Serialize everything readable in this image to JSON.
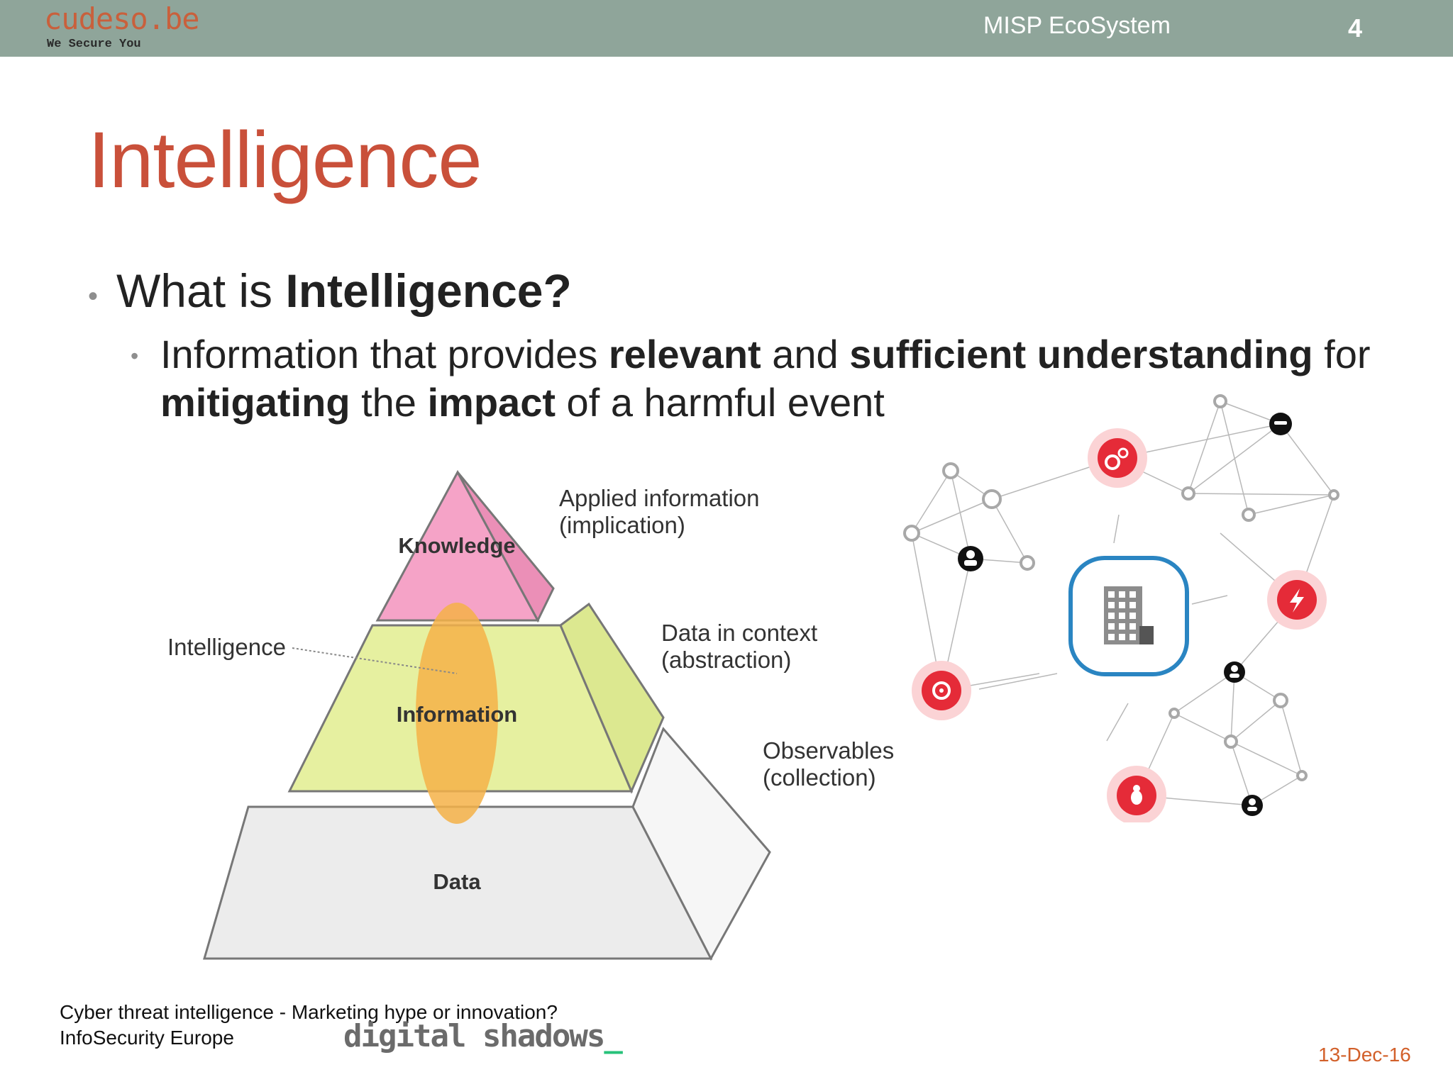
{
  "header": {
    "logo_main": "cudeso.be",
    "logo_sub": "We Secure You",
    "title": "MISP EcoSystem",
    "slide_number": "4"
  },
  "slide": {
    "title": "Intelligence",
    "bullet1": {
      "pre": "What is ",
      "bold": "Intelligence?"
    },
    "bullet2": {
      "t1": "Information that provides ",
      "b1": "relevant",
      "t2": " and ",
      "b2": "sufficient understanding",
      "t3": " for ",
      "b3": "mitigating",
      "t4": " the ",
      "b4": "impact",
      "t5": " of a harmful event"
    }
  },
  "diagram": {
    "layers": {
      "knowledge": "Knowledge",
      "information": "Information",
      "data": "Data"
    },
    "labels": {
      "applied_1": "Applied information",
      "applied_2": "(implication)",
      "context_1": "Data in context",
      "context_2": "(abstraction)",
      "observables_1": "Observables",
      "observables_2": "(collection)",
      "intelligence": "Intelligence"
    },
    "colors": {
      "knowledge": "#f5a3c7",
      "information": "#e6f0a0",
      "data": "#ececec",
      "intelligence_oval": "#f5b248",
      "node_red": "#e52b38"
    },
    "network_icons": [
      "gears-icon",
      "lightning-icon",
      "biohazard-icon",
      "bug-icon",
      "building-icon",
      "user-icon"
    ]
  },
  "footer": {
    "source_line1": "Cyber threat intelligence - Marketing hype or innovation?",
    "source_line2": "InfoSecurity Europe",
    "ds_logo": "digital shadows",
    "ds_underscore": "_",
    "date": "13-Dec-16"
  }
}
